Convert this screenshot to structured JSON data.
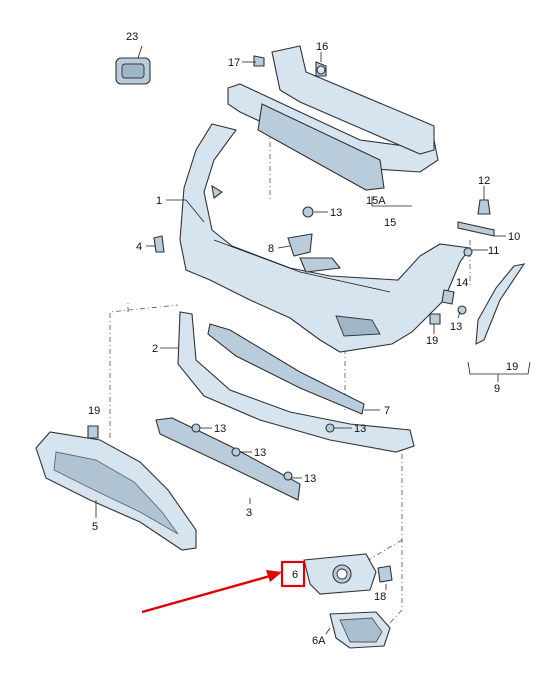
{
  "labels": {
    "p1": "1",
    "p2": "2",
    "p3": "3",
    "p4": "4",
    "p5": "5",
    "p6": "6",
    "p6a": "6A",
    "p7": "7",
    "p8": "8",
    "p9": "9",
    "p10": "10",
    "p11": "11",
    "p12": "12",
    "p13a": "13",
    "p13b": "13",
    "p13c": "13",
    "p13d": "13",
    "p13e": "13",
    "p13f": "13",
    "p14": "14",
    "p15": "15",
    "p15a": "15A",
    "p16": "16",
    "p17": "17",
    "p18": "18",
    "p19a": "19",
    "p19b": "19",
    "p19c": "19",
    "p23": "23"
  },
  "highlight": {
    "part": "6",
    "color": "#e00000"
  },
  "colors": {
    "part_fill": "#d6e4ef",
    "outline": "#333333",
    "highlight": "#e00000"
  }
}
